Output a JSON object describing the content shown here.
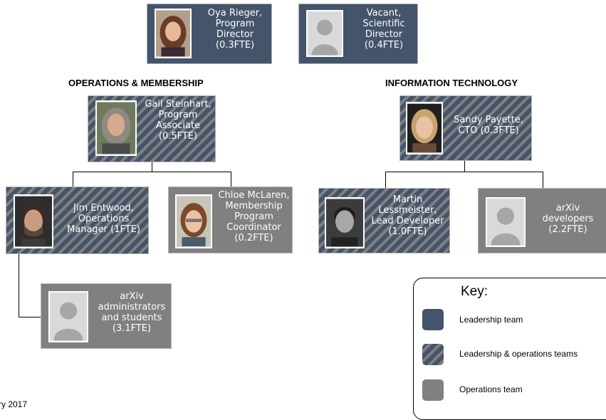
{
  "leadership": {
    "director": {
      "label": "Oya Rieger,\nProgram\nDirector\n(0.3FTE)",
      "photo": "woman-photo-icon"
    },
    "scientific": {
      "label": "Vacant,\nScientific\nDirector\n(0.4FTE)",
      "photo": "person-placeholder-icon"
    }
  },
  "operations": {
    "heading": "OPERATIONS & MEMBERSHIP",
    "associate": {
      "label": "Gail Steinhart,\nProgram\nAssociate\n(0.5FTE)",
      "photo": "woman-photo-icon"
    },
    "manager": {
      "label": "Jim Entwood,\nOperations\nManager (1FTE)",
      "photo": "man-photo-icon"
    },
    "coordinator": {
      "label": "Chloe McLaren,\nMembership\nProgram\nCoordinator\n(0.2FTE)",
      "photo": "woman-photo-icon"
    },
    "admins": {
      "label": "arXiv\nadministrators\nand students\n(3.1FTE)",
      "photo": "person-placeholder-icon"
    }
  },
  "it": {
    "heading": "INFORMATION TECHNOLOGY",
    "cto": {
      "label": "Sandy Payette,\nCTO (0.3FTE)",
      "photo": "woman-photo-icon"
    },
    "lead_dev": {
      "label": "Martin\nLessmeister,\nLead Developer\n(1.0FTE)",
      "photo": "man-photo-icon"
    },
    "developers": {
      "label": "arXiv\ndevelopers\n(2.2FTE)",
      "photo": "person-placeholder-icon"
    }
  },
  "key": {
    "title": "Key:",
    "items": [
      {
        "label": "Leadership team",
        "color": "#44546a"
      },
      {
        "label": "Leadership & operations teams",
        "color": "striped"
      },
      {
        "label": "Operations team",
        "color": "#808080"
      }
    ]
  },
  "footer": "ry 2017"
}
